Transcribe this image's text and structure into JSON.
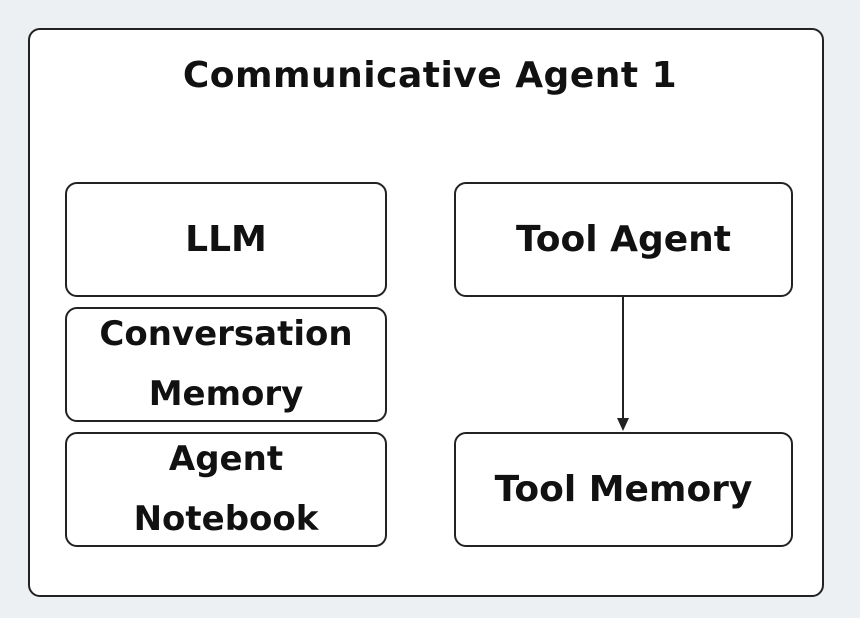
{
  "diagram": {
    "title": "Communicative  Agent 1",
    "boxes": {
      "llm": "LLM",
      "conversation_memory": [
        "Conversation",
        "Memory"
      ],
      "agent_notebook": [
        "Agent",
        "Notebook"
      ],
      "tool_agent": "Tool Agent",
      "tool_memory": "Tool Memory"
    },
    "colors": {
      "background": "#ecf0f3",
      "box_fill": "#ffffff",
      "stroke": "#222222"
    }
  }
}
